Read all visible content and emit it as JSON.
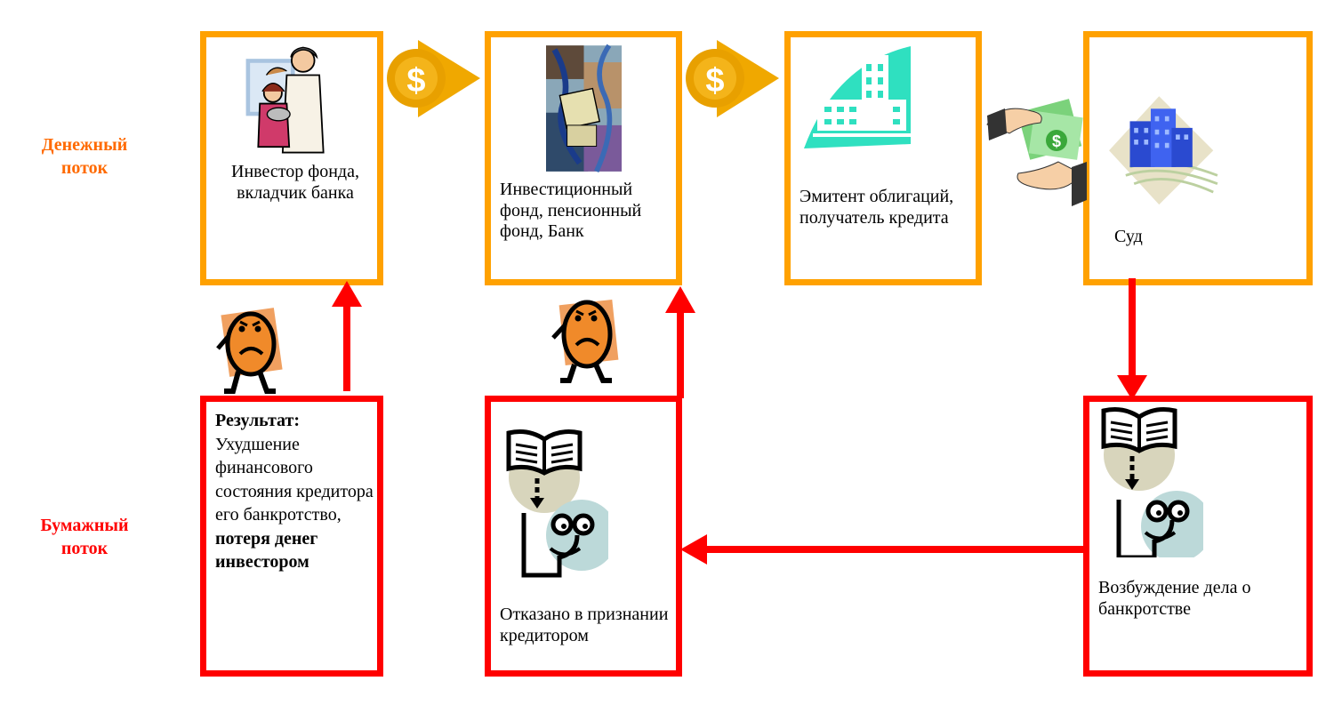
{
  "labels": {
    "money_flow": "Денежный\nпоток",
    "paper_flow": "Бумажный\nпоток"
  },
  "boxes": {
    "investor": "Инвестор фонда, вкладчик банка",
    "fund": "Инвестиционный фонд, пенсионный фонд, Банк",
    "issuer": "Эмитент облигаций, получатель кредита",
    "court": "Суд",
    "result": {
      "title": "Результат:",
      "body": "Ухудшение финансового состояния кредитора его банкротство,",
      "emphasis": "потеря денег инвестором"
    },
    "refused": "Отказано в признании кредитором",
    "bankruptcy": "Возбуждение дела о банкротстве"
  },
  "icons": {
    "coin_symbol": "$",
    "book_icon": "book-icon",
    "person_icon": "reading-person-icon",
    "sad_face_icon": "sad-face-icon"
  },
  "colors": {
    "orange": "#ffa100",
    "red": "#ff0000",
    "money_label": "#ff6a00",
    "paper_label": "#ff0000"
  }
}
